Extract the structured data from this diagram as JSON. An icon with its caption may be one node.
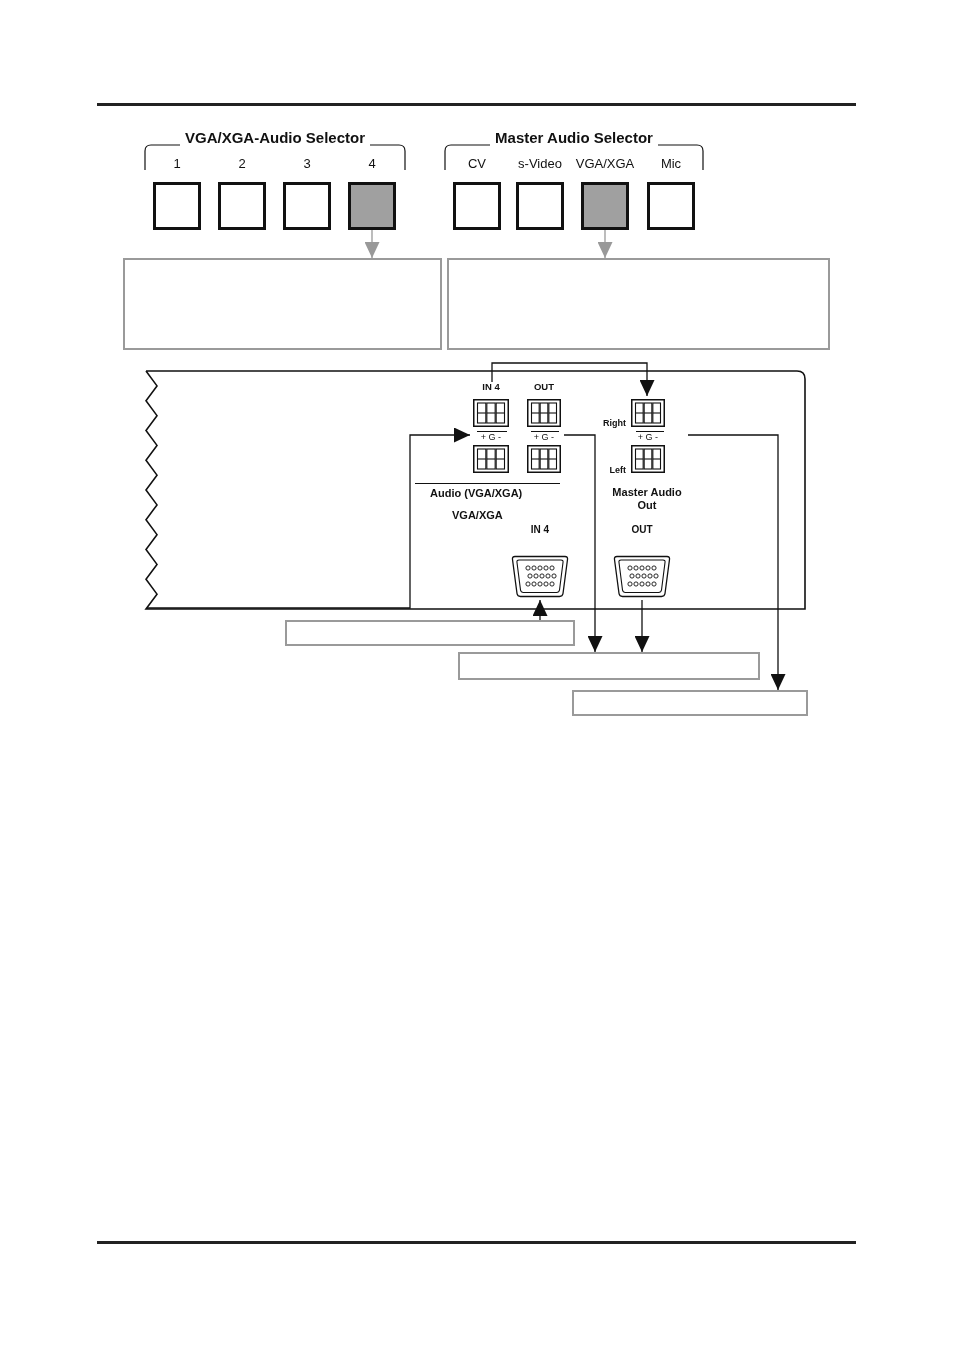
{
  "diagram": {
    "nodes": [
      {
        "text": [
          "VGA/XGA-Audio Selector"
        ]
      },
      {
        "text": [
          "1"
        ],
        "in": 0
      },
      {
        "text": [
          "2"
        ],
        "in": 0
      },
      {
        "text": [
          "3"
        ],
        "in": 0
      },
      {
        "text": [
          "4"
        ],
        "in": 0
      },
      {
        "text": [
          "Master Audio Selector"
        ]
      },
      {
        "text": [
          "CV"
        ],
        "in": 5
      },
      {
        "text": [
          "s-Video"
        ],
        "in": 5
      },
      {
        "text": [
          "VGA/XGA"
        ],
        "in": 5
      },
      {
        "text": [
          "Mic"
        ],
        "in": 5
      },
      {
        "text": [],
        "shape": "box"
      },
      {
        "text": [],
        "shape": "box"
      },
      {
        "text": [],
        "shape": "box"
      },
      {
        "text": [
          "IN 4",
          "+ G -"
        ],
        "in": 12
      },
      {
        "text": [
          "OUT",
          "+ G -"
        ],
        "in": 12
      },
      {
        "text": [
          "Right",
          "+ G -",
          "Left"
        ],
        "beside": [
          "Master Audio Out"
        ],
        "in": 12
      },
      {
        "text": [
          "IN 4"
        ],
        "in": 12
      },
      {
        "text": [
          "OUT"
        ],
        "in": 12
      },
      {
        "text": [],
        "shape": "box"
      },
      {
        "text": [],
        "shape": "box"
      },
      {
        "text": [],
        "shape": "box"
      }
    ],
    "edges": [
      {
        "from": 4,
        "to": 10,
        "arrow": "to",
        "color": "#999999"
      },
      {
        "from": 8,
        "to": 11,
        "arrow": "to",
        "color": "#999999"
      },
      {
        "from": null,
        "to": 13,
        "arrow": "to"
      },
      {
        "from": 18,
        "to": 16,
        "arrow": "to"
      },
      {
        "from": 13,
        "to": 15,
        "arrow": "to"
      },
      {
        "from": 14,
        "to": 19,
        "arrow": "to"
      },
      {
        "from": 17,
        "to": 19,
        "arrow": "to"
      },
      {
        "from": 15,
        "to": 20,
        "arrow": "to"
      }
    ],
    "labels": [
      "Audio (VGA/XGA)",
      "VGA/XGA"
    ]
  }
}
